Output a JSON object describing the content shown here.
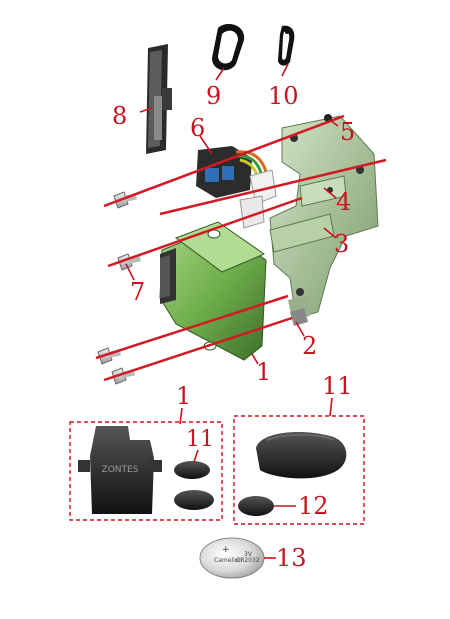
{
  "diagram": {
    "callouts": [
      {
        "id": "c1",
        "label": "1"
      },
      {
        "id": "c2",
        "label": "2"
      },
      {
        "id": "c3",
        "label": "3"
      },
      {
        "id": "c4",
        "label": "4"
      },
      {
        "id": "c5",
        "label": "5"
      },
      {
        "id": "c6",
        "label": "6"
      },
      {
        "id": "c7",
        "label": "7"
      },
      {
        "id": "c8",
        "label": "8"
      },
      {
        "id": "c9",
        "label": "9"
      },
      {
        "id": "c10",
        "label": "10"
      }
    ],
    "kit_box_left_label": "1",
    "kit_box_left_sub_label": "11",
    "kit_box_right_label": "11",
    "kit_box_right_sub_label": "12",
    "battery_label": "13",
    "module_brand": "ZONTES",
    "battery_brand": "Camelion",
    "battery_model": "CR2032",
    "battery_voltage": "3V",
    "battery_plus": "+"
  },
  "colors": {
    "callout_red": "#c8141e",
    "ecu_green": "#7fb85a",
    "bracket_green": "#a9c49a",
    "dark_part": "#222222"
  }
}
